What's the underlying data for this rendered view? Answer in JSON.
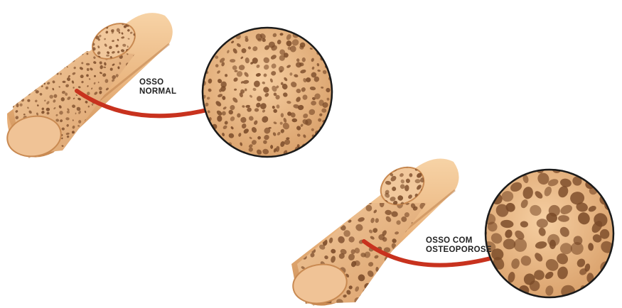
{
  "labels": {
    "normal": {
      "line1": "OSSO",
      "line2": "NORMAL"
    },
    "osteoporosis": {
      "line1": "OSSO COM",
      "line2": "OSTEOPOROSE"
    }
  },
  "colors": {
    "background": "#ffffff",
    "bone_light": "#f2c595",
    "bone_mid": "#dfa670",
    "bone_dark": "#b87a46",
    "pore": "#7a4a28",
    "arrow": "#c8321e",
    "label_text": "#222222",
    "circle_outline": "#1a1a1a"
  },
  "panels": [
    {
      "id": "normal",
      "pore_size": "small",
      "pore_density": "high"
    },
    {
      "id": "osteoporosis",
      "pore_size": "large",
      "pore_density": "low"
    }
  ]
}
